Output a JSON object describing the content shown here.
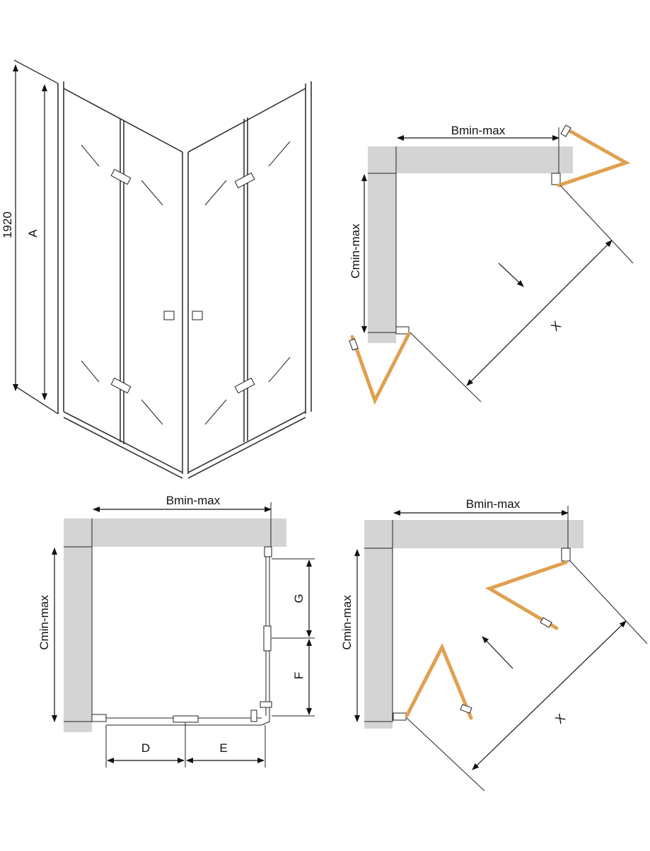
{
  "colors": {
    "wall": "#d4d4d4",
    "door": "#e0a050",
    "line": "#222222"
  },
  "iso_view": {
    "height_label": "1920",
    "a_label": "A"
  },
  "plan_folding_open_out": {
    "b_label": "Bmin-max",
    "c_label": "Cmin-max",
    "x_label": "X"
  },
  "plan_closed": {
    "b_label": "Bmin-max",
    "c_label": "Cmin-max",
    "d_label": "D",
    "e_label": "E",
    "f_label": "F",
    "g_label": "G"
  },
  "plan_folding_open_in": {
    "b_label": "Bmin-max",
    "c_label": "Cmin-max",
    "x_label": "X"
  }
}
